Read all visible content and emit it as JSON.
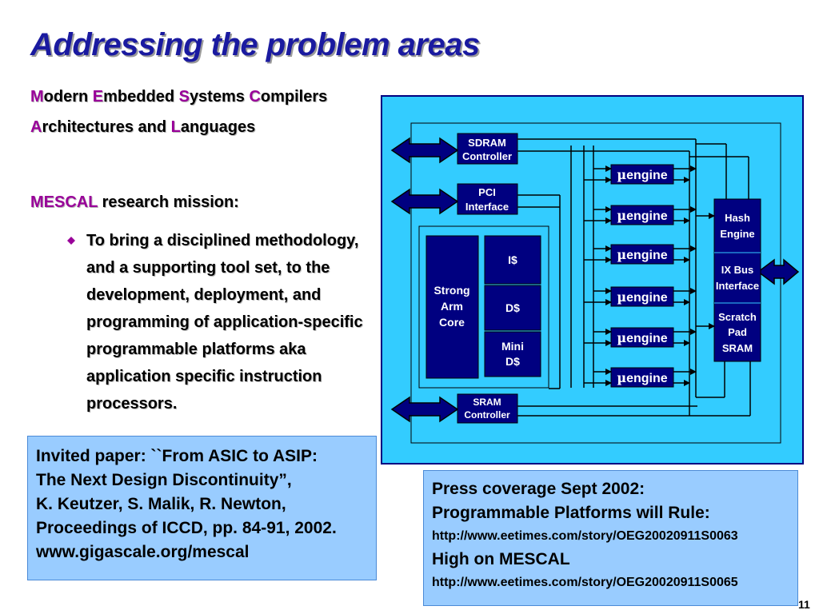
{
  "title": "Addressing the problem areas",
  "line1": {
    "c1": "M",
    "w1": "odern ",
    "c2": "E",
    "w2": "mbedded ",
    "c3": "S",
    "w3": "ystems ",
    "c4": "C",
    "w4": "ompilers"
  },
  "line2": {
    "c1": "A",
    "w1": "rchitectures and ",
    "c2": "L",
    "w2": "anguages"
  },
  "mission": {
    "keyword": "MESCAL",
    "rest": " research mission:",
    "bullet": "To bring a disciplined methodology, and a supporting tool set, to the development, deployment, and programming of application-specific programmable platforms aka application specific instruction processors."
  },
  "paper": {
    "lines": [
      "Invited paper: ``From ASIC to ASIP:",
      "The Next Design Discontinuity”,",
      "K. Keutzer, S. Malik, R. Newton,",
      "Proceedings of ICCD, pp. 84-91, 2002.",
      "www.gigascale.org/mescal"
    ]
  },
  "press": {
    "line1": "Press coverage Sept 2002:",
    "line2": "Programmable Platforms will Rule:",
    "url1": "http://www.eetimes.com/story/OEG20020911S0063",
    "line3": "High on MESCAL",
    "url2": "http://www.eetimes.com/story/OEG20020911S0065"
  },
  "page_number": "11",
  "diagram": {
    "sdram_1": "SDRAM",
    "sdram_2": "Controller",
    "pci_1": "PCI",
    "pci_2": "Interface",
    "sram_1": "SRAM",
    "sram_2": "Controller",
    "core_1": "Strong",
    "core_2": "Arm",
    "core_3": "Core",
    "icache": "I$",
    "dcache": "D$",
    "mini_1": "Mini",
    "mini_2": "D$",
    "engine_mu": "µ",
    "engine_word": "engine",
    "hash_1": "Hash",
    "hash_2": "Engine",
    "ix_1": "IX Bus",
    "ix_2": "Interface",
    "scratch_1": "Scratch",
    "scratch_2": "Pad",
    "scratch_3": "SRAM"
  },
  "colors": {
    "title": "#1a1aa0",
    "accent": "#990099",
    "diagram_bg": "#33ccff",
    "block": "#000080",
    "box_fill": "#99ccff"
  },
  "icons": {
    "bullet": "diamond-bullet-icon",
    "arrow": "double-arrow-icon"
  }
}
